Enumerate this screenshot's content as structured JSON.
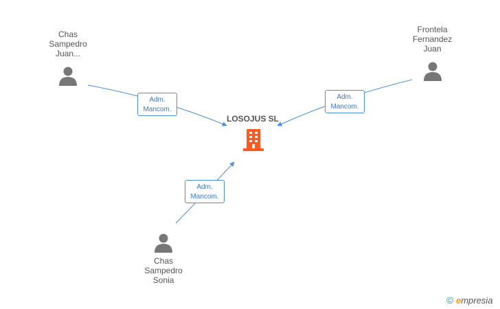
{
  "company": {
    "name": "LOSOJUS SL",
    "color": "#ff5a1f",
    "icon": "building-icon"
  },
  "people": [
    {
      "id": "chas-juan",
      "name_lines": [
        "Chas",
        "Sampedro",
        "Juan..."
      ],
      "icon": "person-icon"
    },
    {
      "id": "frontela",
      "name_lines": [
        "Frontela",
        "Fernandez",
        "Juan"
      ],
      "icon": "person-icon"
    },
    {
      "id": "chas-sonia",
      "name_lines": [
        "Chas",
        "Sampedro",
        "Sonia"
      ],
      "icon": "person-icon"
    }
  ],
  "relations": [
    {
      "from": "chas-juan",
      "label_lines": [
        "Adm.",
        "Mancom."
      ]
    },
    {
      "from": "frontela",
      "label_lines": [
        "Adm.",
        "Mancom."
      ]
    },
    {
      "from": "chas-sonia",
      "label_lines": [
        "Adm.",
        "Mancom."
      ]
    }
  ],
  "colors": {
    "edge": "#4a8fd8",
    "person": "#777777",
    "text": "#555555"
  },
  "watermark": {
    "symbol": "©",
    "brand_initial": "e",
    "brand_rest": "mpresia"
  }
}
